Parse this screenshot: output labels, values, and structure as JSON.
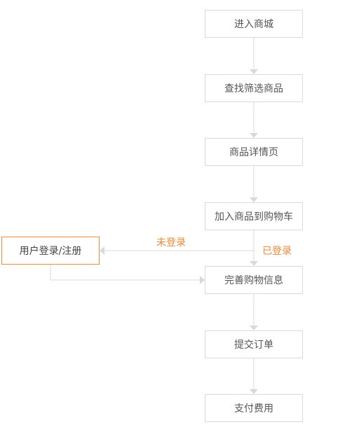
{
  "flowchart": {
    "nodes": {
      "enter_mall": "进入商城",
      "search_filter": "查找筛选商品",
      "product_detail": "商品详情页",
      "add_to_cart": "加入商品到购物车",
      "login_register": "用户登录/注册",
      "complete_info": "完善购物信息",
      "submit_order": "提交订单",
      "pay": "支付费用"
    },
    "edge_labels": {
      "not_logged_in": "未登录",
      "logged_in": "已登录"
    }
  },
  "colors": {
    "accent": "#e98b3a",
    "border": "#d9d9d9",
    "connector": "#d9d9d9",
    "text": "#555555"
  }
}
